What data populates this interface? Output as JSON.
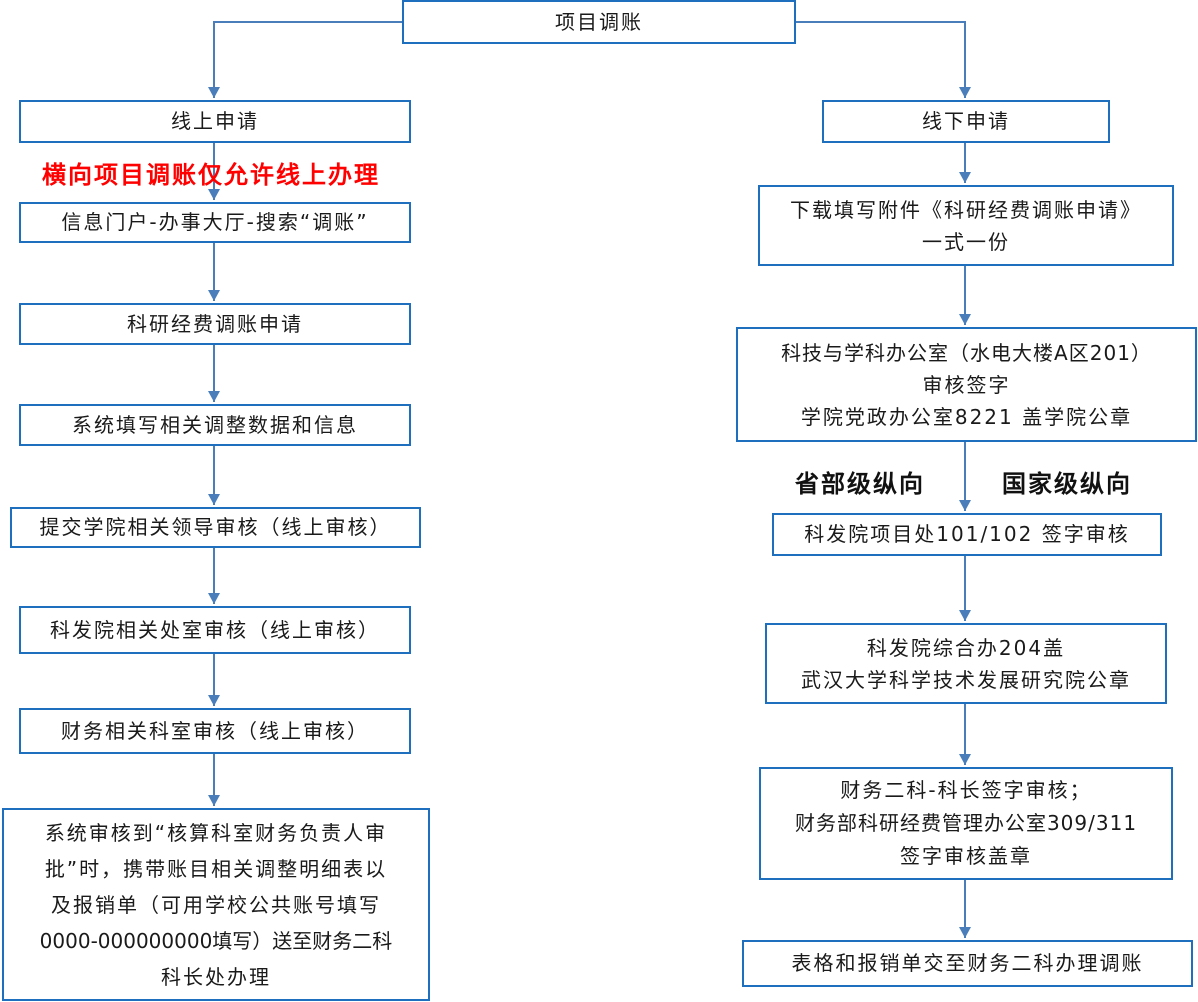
{
  "title": "项目调账",
  "left": {
    "header": "线上申请",
    "note": "横向项目调账仅允许线上办理",
    "steps": [
      [
        "信息门户-办事大厅-搜索“调账”"
      ],
      [
        "科研经费调账申请"
      ],
      [
        "系统填写相关调整数据和信息"
      ],
      [
        "提交学院相关领导审核（线上审核）"
      ],
      [
        "科发院相关处室审核（线上审核）"
      ],
      [
        "财务相关科室审核（线上审核）"
      ],
      [
        "系统审核到“核算科室财务负责人审",
        "批”时，携带账目相关调整明细表以",
        "及报销单（可用学校公共账号填写",
        "0000-000000000填写）送至财务二科",
        "科长处办理"
      ]
    ]
  },
  "right": {
    "header": "线下申请",
    "label_provincial": "省部级纵向",
    "label_national": "国家级纵向",
    "steps": [
      [
        "下载填写附件《科研经费调账申请》",
        "一式一份"
      ],
      [
        "科技与学科办公室（水电大楼A区201）",
        "审核签字",
        "学院党政办公室8221 盖学院公章"
      ],
      [
        "科发院项目处101/102 签字审核"
      ],
      [
        "科发院综合办204盖",
        "武汉大学科学技术发展研究院公章"
      ],
      [
        "财务二科-科长签字审核；",
        "财务部科研经费管理办公室309/311",
        "签字审核盖章"
      ],
      [
        "表格和报销单交至财务二科办理调账"
      ]
    ]
  },
  "colors": {
    "box_border": "#1f6fbf",
    "arrow": "#4a7ebb",
    "note": "#ff0000"
  }
}
